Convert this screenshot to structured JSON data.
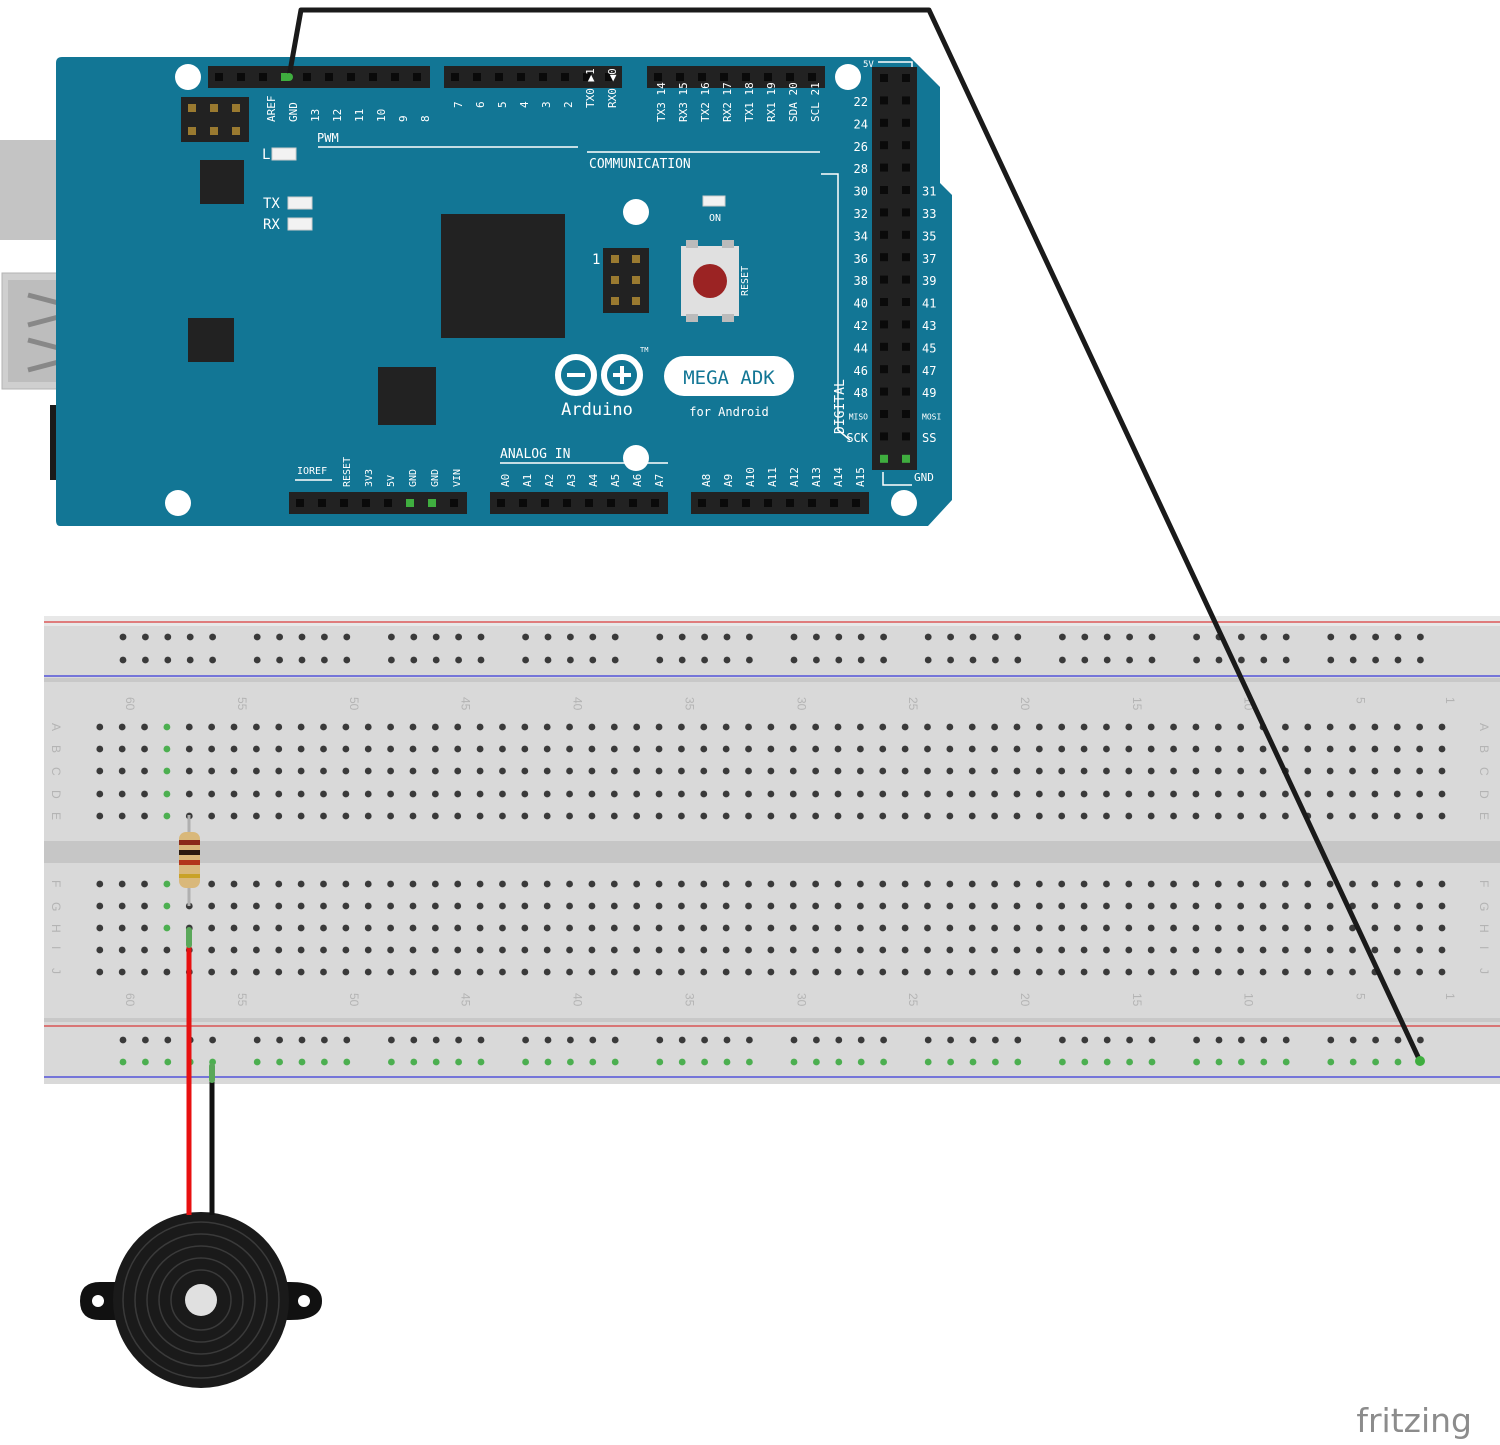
{
  "board": {
    "brand_text": "Arduino",
    "model_text": "MEGA ADK",
    "model_sub": "for Android",
    "tm": "TM",
    "top_header_1": [
      "AREF",
      "GND",
      "13",
      "12",
      "11",
      "10",
      "9",
      "8"
    ],
    "top_header_2": [
      "7",
      "6",
      "5",
      "4",
      "3",
      "2",
      "TX0 ▶1",
      "RX0 ◀0"
    ],
    "top_header_3": [
      "TX3 14",
      "RX3 15",
      "TX2 16",
      "RX2 17",
      "TX1 18",
      "RX1 19",
      "SDA 20",
      "SCL 21"
    ],
    "pwm_label": "PWM",
    "comm_label": "COMMUNICATION",
    "led_l": "L",
    "led_tx": "TX",
    "led_rx": "RX",
    "led_on": "ON",
    "reset_label": "RESET",
    "icsp_one": "1",
    "power_labels": [
      "IOREF",
      "RESET",
      "3V3",
      "5V",
      "GND",
      "GND",
      "VIN"
    ],
    "analog_label": "ANALOG IN",
    "analog_pins_a": [
      "A0",
      "A1",
      "A2",
      "A3",
      "A4",
      "A5",
      "A6",
      "A7"
    ],
    "analog_pins_b": [
      "A8",
      "A9",
      "A10",
      "A11",
      "A12",
      "A13",
      "A14",
      "A15"
    ],
    "digital_label": "DIGITAL",
    "right_left_pins": [
      "22",
      "24",
      "26",
      "28",
      "30",
      "32",
      "34",
      "36",
      "38",
      "40",
      "42",
      "44",
      "46",
      "48",
      "MISO",
      "SCK"
    ],
    "right_right_pins": [
      "",
      "",
      "",
      "",
      "31",
      "33",
      "35",
      "37",
      "39",
      "41",
      "43",
      "45",
      "47",
      "49",
      "MOSI",
      "SS"
    ],
    "right_top_label": "5V",
    "right_bottom_label": "GND"
  },
  "breadboard": {
    "column_numbers": [
      "60",
      "55",
      "50",
      "45",
      "40",
      "35",
      "30",
      "25",
      "20",
      "15",
      "10",
      "5",
      "1"
    ],
    "top_rows": [
      "A",
      "B",
      "C",
      "D",
      "E"
    ],
    "bottom_rows": [
      "F",
      "G",
      "H",
      "I",
      "J"
    ]
  },
  "wire_colors": {
    "ground": "#1a1a1a",
    "signal": "#e81010",
    "buzzer_ground": "#111111"
  },
  "brand_logo": "fritzing"
}
